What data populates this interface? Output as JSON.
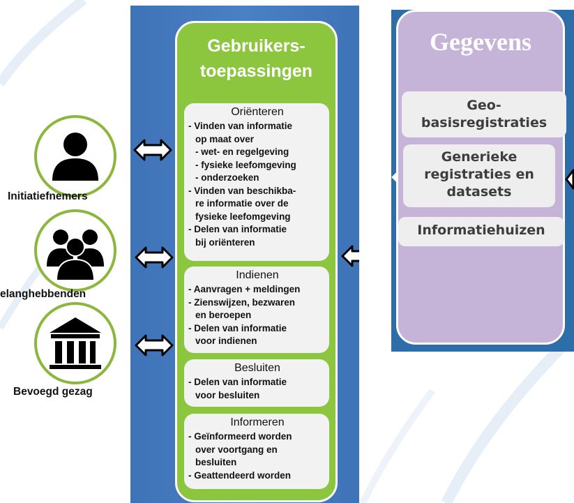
{
  "actors": [
    {
      "icon": "person-icon",
      "label": "Initiatiefnemers"
    },
    {
      "icon": "group-icon",
      "label": "elanghebbenden"
    },
    {
      "icon": "government-building-icon",
      "label": "Bevoegd gezag"
    }
  ],
  "user_apps": {
    "title_line1": "Gebruikers-",
    "title_line2": "toepassingen",
    "sections": [
      {
        "title": "Oriënteren",
        "items": [
          "- Vinden van informatie",
          "op maat over",
          "- wet- en regelgeving",
          "- fysieke leefomgeving",
          "- onderzoeken",
          "- Vinden van beschikba-",
          "re informatie over de",
          "fysieke leefomgeving",
          "- Delen van informatie",
          "bij oriënteren"
        ]
      },
      {
        "title": "Indienen",
        "items": [
          "- Aanvragen + meldingen",
          "- Zienswijzen, bezwaren",
          "en beroepen",
          "- Delen van informatie",
          "voor indienen"
        ]
      },
      {
        "title": "Besluiten",
        "items": [
          "- Delen van informatie",
          "voor besluiten"
        ]
      },
      {
        "title": "Informeren",
        "items": [
          "- Geïnformeerd worden",
          "over voortgang en",
          "besluiten",
          "- Geattendeerd worden"
        ]
      }
    ]
  },
  "data_panel": {
    "title": "Gegevens",
    "boxes": [
      {
        "line1": "Geo-",
        "line2": "basisregistraties"
      },
      {
        "line1": "Generieke",
        "line2": "registraties en",
        "line3": "datasets"
      },
      {
        "line1": "Informatiehuizen"
      }
    ]
  },
  "colors": {
    "blue_panel": "#4a80c4",
    "green_card": "#8cc63f",
    "purple_card": "#c5b3d8",
    "actor_ring": "#8db63c"
  }
}
